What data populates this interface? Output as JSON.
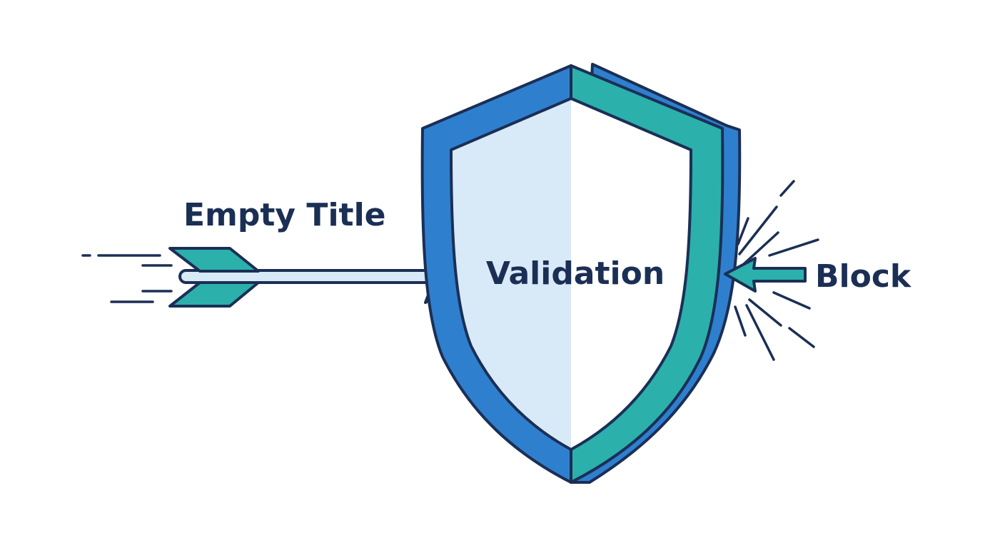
{
  "labels": {
    "input": "Empty Title",
    "shield": "Validation",
    "result": "Block"
  },
  "icons": {
    "incoming": "arrow-right-icon",
    "shield": "shield-icon",
    "blocked": "arrow-left-icon",
    "impact": "impact-burst-icon"
  },
  "colors": {
    "navy": "#1b2f55",
    "blue": "#2f7fcf",
    "teal": "#2bb0ac",
    "light_blue": "#d8e9f8",
    "white": "#ffffff"
  }
}
